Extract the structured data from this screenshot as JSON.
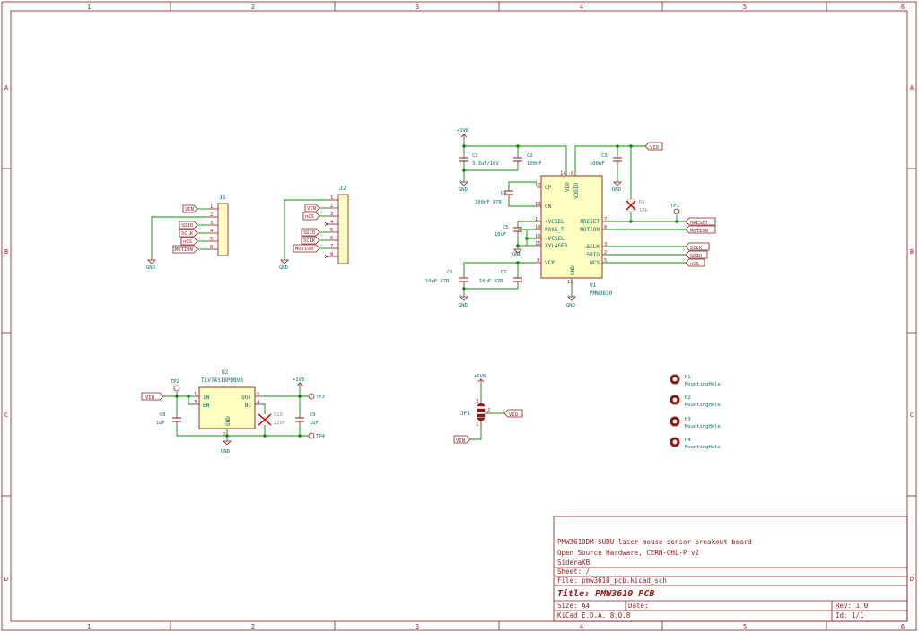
{
  "frame": {
    "columns": [
      "1",
      "2",
      "3",
      "4",
      "5",
      "6"
    ],
    "rows": [
      "A",
      "B",
      "C",
      "D"
    ]
  },
  "colors": {
    "border": "#8b1a1a",
    "wire": "#009000",
    "component": "#8b1a1a",
    "body_fill": "#ffffc2",
    "text": "#006a6a",
    "label": "#8b1a1a",
    "dnp": "#cc0000",
    "dnp_text": "#888888"
  },
  "title_block": {
    "description": "PMW3610DM-SUDU laser mouse sensor breakout board",
    "license": "Open Source Hardware, CERN-OHL-P v2",
    "company": "SideraKB",
    "sheet_label": "Sheet: /",
    "file_label": "File: pmw3610_pcb.kicad_sch",
    "title_label": "Title: PMW3610 PCB",
    "size_label": "Size: A4",
    "date_label": "Date:",
    "rev_label": "Rev: 1.0",
    "tool_label": "KiCad E.D.A. 8.0.8",
    "id_label": "Id: 1/1"
  },
  "j1": {
    "ref": "J1",
    "pins": [
      "1",
      "2",
      "3",
      "4",
      "5",
      "6"
    ],
    "labels": [
      "VIN",
      "",
      "SDIO",
      "SCLK",
      "nCS",
      "MOTION"
    ],
    "gnd": "GND"
  },
  "j2": {
    "ref": "J2",
    "pins": [
      "1",
      "2",
      "3",
      "4",
      "5",
      "6",
      "7",
      "8"
    ],
    "labels": [
      "",
      "VIN",
      "nCS",
      "",
      "SDIO",
      "SCLK",
      "MOTION",
      ""
    ],
    "gnd": "GND"
  },
  "u1": {
    "ref": "U1",
    "value": "PMW3610",
    "left_pins": [
      {
        "num": "12",
        "name": "CP"
      },
      {
        "num": "13",
        "name": "CN"
      },
      {
        "num": "1",
        "name": "+VCSEL"
      },
      {
        "num": "10",
        "name": "PASS_T"
      },
      {
        "num": "16",
        "name": "-VCSEL"
      },
      {
        "num": "15",
        "name": "XYLASER"
      },
      {
        "num": "9",
        "name": "VCP"
      }
    ],
    "right_pins": [
      {
        "num": "7",
        "name": "NRESET"
      },
      {
        "num": "8",
        "name": "MOTION"
      },
      {
        "num": "3",
        "name": "SCLK"
      },
      {
        "num": "2",
        "name": "SDIO"
      },
      {
        "num": "5",
        "name": "NCS"
      }
    ],
    "top_pins": [
      {
        "num": "14",
        "name": "VDD"
      },
      {
        "num": "6",
        "name": "VDDIO"
      }
    ],
    "bottom_pin": {
      "num": "11",
      "name": "GND"
    }
  },
  "caps_u1": {
    "c1": {
      "ref": "C1",
      "value": "3.3uF/16V"
    },
    "c2": {
      "ref": "C2",
      "value": "100nF"
    },
    "c3": {
      "ref": "C3",
      "value": "100nF"
    },
    "c4": {
      "ref": "C4",
      "value": "100nF X7R"
    },
    "c5": {
      "ref": "C5",
      "value": "10uF"
    },
    "c6": {
      "ref": "C6",
      "value": "10uF X7R"
    },
    "c7": {
      "ref": "C7",
      "value": "10nF X7R"
    }
  },
  "r1": {
    "ref": "R1",
    "value": "10k"
  },
  "tp1": {
    "ref": "TP1"
  },
  "u1_labels": {
    "vio": "VIO",
    "nreset": "nRESET",
    "motion": "MOTION",
    "sclk": "SCLK",
    "sdio": "SDIO",
    "ncs": "nCS"
  },
  "power": {
    "v18": "+1V8",
    "gnd": "GND"
  },
  "u2": {
    "ref": "U2",
    "value": "TLV74318PDBVR",
    "pin_in": {
      "num": "1",
      "name": "IN"
    },
    "pin_en": {
      "num": "3",
      "name": "EN"
    },
    "pin_out": {
      "num": "5",
      "name": "OUT"
    },
    "pin_nc": {
      "num": "4",
      "name": "NC"
    },
    "pin_gnd": {
      "num": "2",
      "name": "GND"
    },
    "vin": "VIN",
    "tp2": "TP2",
    "tp3": "TP3",
    "tp4": "TP4",
    "c8": {
      "ref": "C8",
      "value": "1uF"
    },
    "c9": {
      "ref": "C9",
      "value": "1uF"
    },
    "c10": {
      "ref": "C10",
      "value": "22nF"
    }
  },
  "jp1": {
    "ref": "JP1",
    "pin1": "1",
    "pin2": "2",
    "pin3": "3",
    "vio": "VIO",
    "vin": "VIN"
  },
  "holes": [
    {
      "ref": "H1",
      "value": "MountingHole"
    },
    {
      "ref": "H2",
      "value": "MountingHole"
    },
    {
      "ref": "H3",
      "value": "MountingHole"
    },
    {
      "ref": "H4",
      "value": "MountingHole"
    }
  ]
}
